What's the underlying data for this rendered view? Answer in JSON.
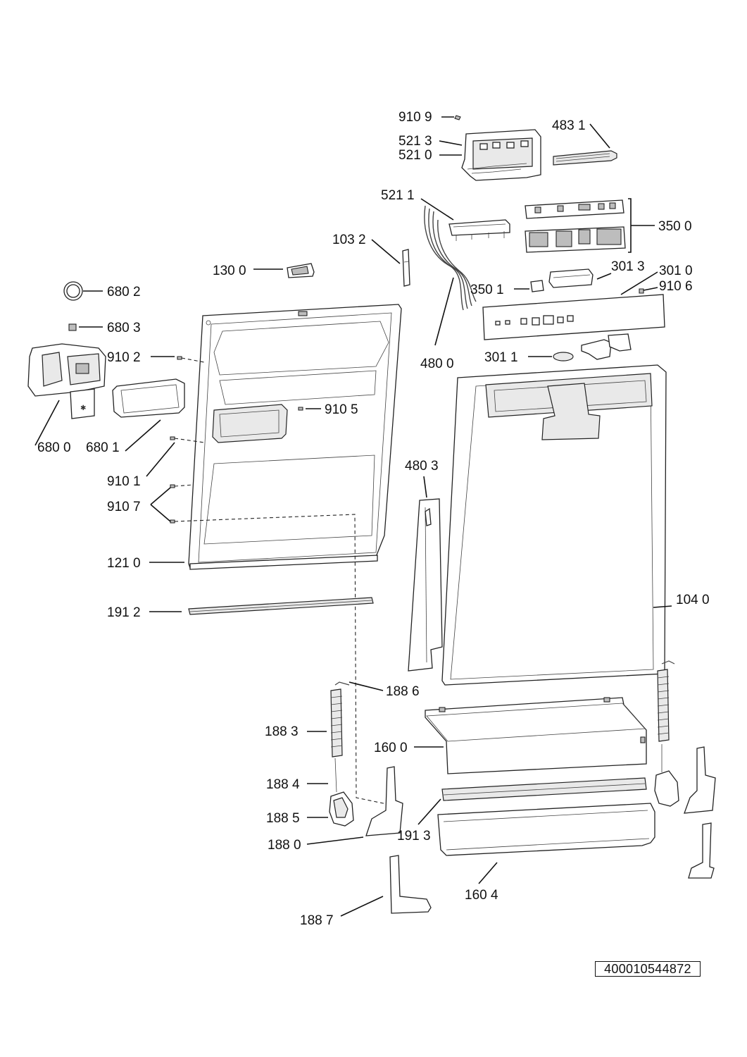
{
  "reference_number": "400010544872",
  "parts": [
    {
      "id": "p9109",
      "label": "910 9"
    },
    {
      "id": "p5213",
      "label": "521 3"
    },
    {
      "id": "p5210",
      "label": "521 0"
    },
    {
      "id": "p4831",
      "label": "483 1"
    },
    {
      "id": "p5211",
      "label": "521 1"
    },
    {
      "id": "p3500",
      "label": "350 0"
    },
    {
      "id": "p1032",
      "label": "103 2"
    },
    {
      "id": "p1300",
      "label": "130 0"
    },
    {
      "id": "p3013",
      "label": "301 3"
    },
    {
      "id": "p3010",
      "label": "301 0"
    },
    {
      "id": "p6802",
      "label": "680 2"
    },
    {
      "id": "p3501",
      "label": "350 1"
    },
    {
      "id": "p9106",
      "label": "910 6"
    },
    {
      "id": "p6803",
      "label": "680 3"
    },
    {
      "id": "p9102",
      "label": "910 2"
    },
    {
      "id": "p3011",
      "label": "301 1"
    },
    {
      "id": "p4800",
      "label": "480 0"
    },
    {
      "id": "p9105",
      "label": "910 5"
    },
    {
      "id": "p6800",
      "label": "680 0"
    },
    {
      "id": "p6801",
      "label": "680 1"
    },
    {
      "id": "p9101",
      "label": "910 1"
    },
    {
      "id": "p4803",
      "label": "480 3"
    },
    {
      "id": "p9107",
      "label": "910 7"
    },
    {
      "id": "p1210",
      "label": "121 0"
    },
    {
      "id": "p1912",
      "label": "191 2"
    },
    {
      "id": "p1040",
      "label": "104 0"
    },
    {
      "id": "p1886",
      "label": "188 6"
    },
    {
      "id": "p1883",
      "label": "188 3"
    },
    {
      "id": "p1600",
      "label": "160 0"
    },
    {
      "id": "p1884",
      "label": "188 4"
    },
    {
      "id": "p1885",
      "label": "188 5"
    },
    {
      "id": "p1913",
      "label": "191 3"
    },
    {
      "id": "p1880",
      "label": "188 0"
    },
    {
      "id": "p1604",
      "label": "160 4"
    },
    {
      "id": "p1887",
      "label": "188 7"
    }
  ]
}
